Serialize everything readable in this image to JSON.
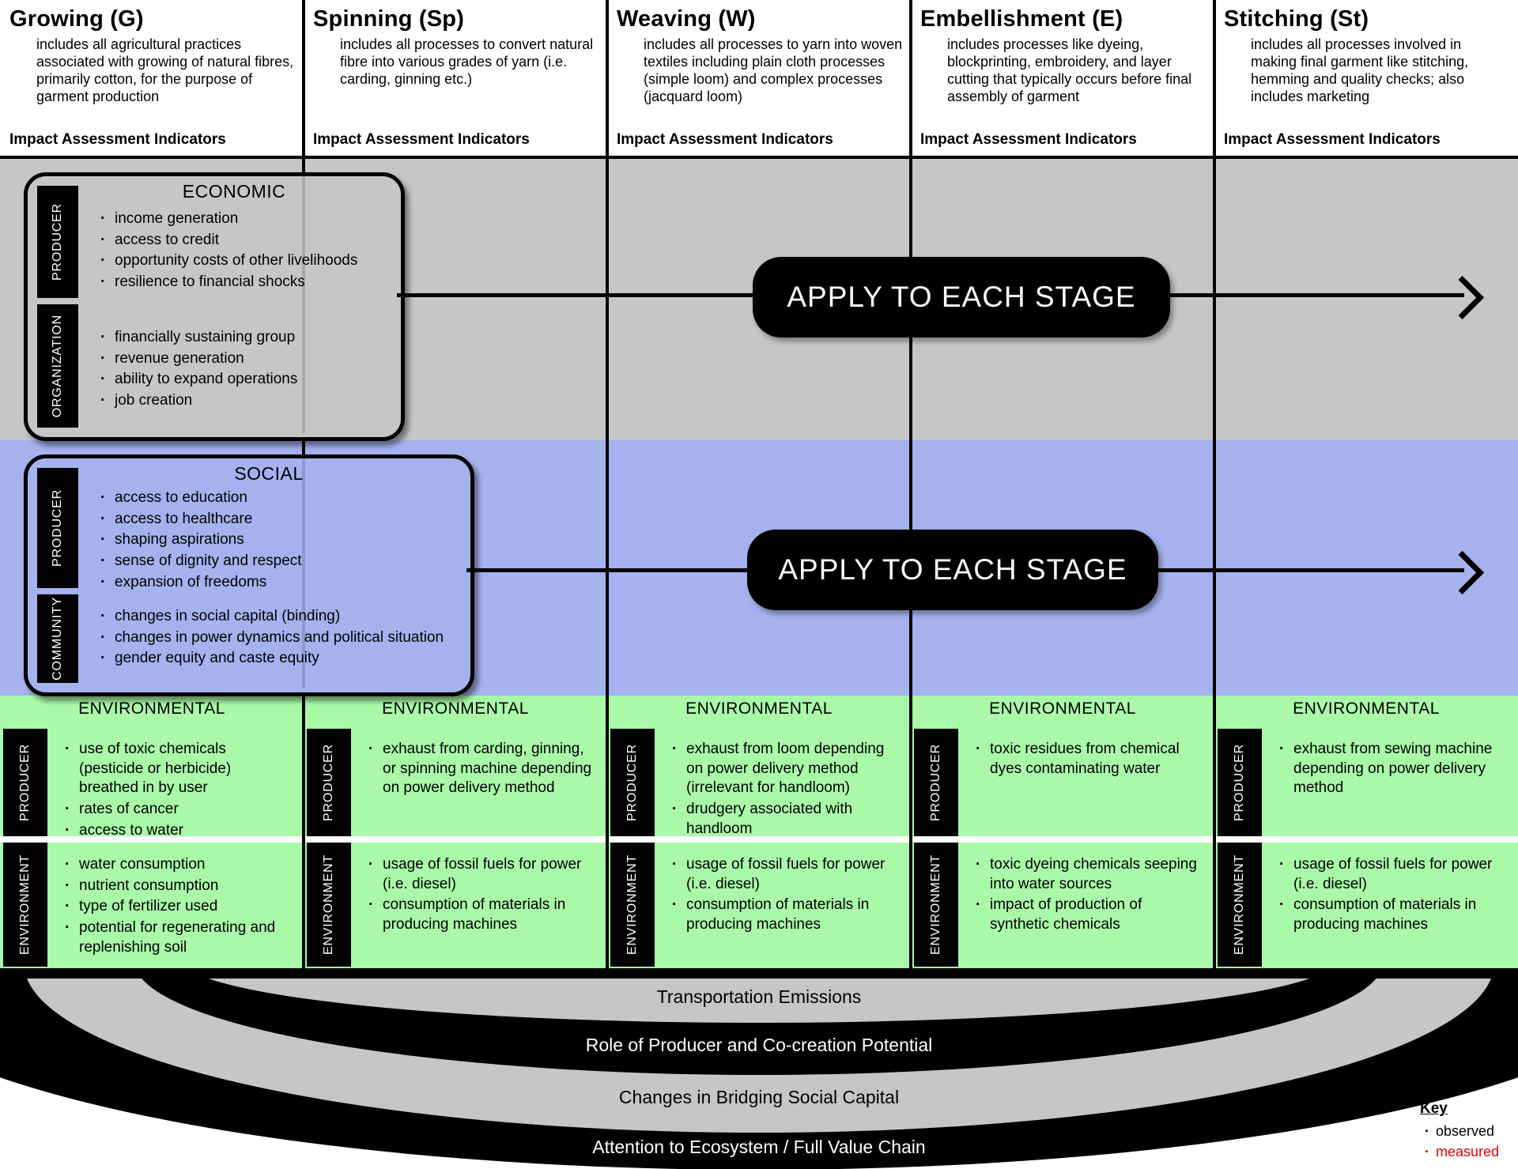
{
  "indicators_label": "Impact Assessment Indicators",
  "apply_label": "APPLY TO EACH STAGE",
  "environmental_title": "ENVIRONMENTAL",
  "environment_labels": {
    "producer": "PRODUCER",
    "environment": "ENVIRONMENT"
  },
  "stages": [
    {
      "title": "Growing (G)",
      "description": "includes all agricultural practices associated with growing of natural fibres, primarily cotton, for the purpose of garment production",
      "environmental": {
        "producer": [
          "use of toxic chemicals (pesticide or herbicide) breathed in by user",
          "rates of cancer",
          "access to water"
        ],
        "environment": [
          "water consumption",
          "nutrient consumption",
          "type of fertilizer used",
          "potential for regenerating and replenishing soil"
        ]
      }
    },
    {
      "title": "Spinning (Sp)",
      "description": "includes all processes to convert natural fibre into various grades of yarn (i.e. carding, ginning etc.)",
      "environmental": {
        "producer": [
          "exhaust from carding, ginning, or spinning machine depending on power delivery method"
        ],
        "environment": [
          "usage of fossil fuels for power (i.e. diesel)",
          "consumption of materials in producing machines"
        ]
      }
    },
    {
      "title": "Weaving (W)",
      "description": "includes all processes to yarn into woven textiles including plain cloth processes (simple loom) and complex processes (jacquard loom)",
      "environmental": {
        "producer": [
          "exhaust from loom depending on power delivery method (irrelevant for handloom)",
          "drudgery associated with handloom"
        ],
        "environment": [
          "usage of fossil fuels for power (i.e. diesel)",
          "consumption of materials in producing machines"
        ]
      }
    },
    {
      "title": "Embellishment (E)",
      "description": "includes processes like dyeing, blockprinting, embroidery, and layer cutting that typically occurs before final assembly of garment",
      "environmental": {
        "producer": [
          "toxic residues from chemical dyes contaminating water"
        ],
        "environment": [
          "toxic dyeing chemicals seeping into water sources",
          "impact of production of synthetic chemicals"
        ]
      }
    },
    {
      "title": "Stitching (St)",
      "description": "includes all processes involved in making final garment like stitching, hemming and quality checks; also includes marketing",
      "environmental": {
        "producer": [
          "exhaust from sewing machine depending on power delivery method"
        ],
        "environment": [
          "usage of fossil fuels for power (i.e. diesel)",
          "consumption of materials in producing machines"
        ]
      }
    }
  ],
  "economic": {
    "title": "ECONOMIC",
    "producer_label": "PRODUCER",
    "organization_label": "ORGANIZATION",
    "producer": [
      "income generation",
      "access to credit",
      "opportunity costs of other livelihoods",
      "resilience to financial shocks"
    ],
    "organization": [
      "financially sustaining group",
      "revenue generation",
      "ability to expand operations",
      "job creation"
    ]
  },
  "social": {
    "title": "SOCIAL",
    "producer_label": "PRODUCER",
    "community_label": "COMMUNITY",
    "producer": [
      "access to education",
      "access to healthcare",
      "shaping aspirations",
      "sense of dignity and respect",
      "expansion of freedoms"
    ],
    "community": [
      "changes in social capital (binding)",
      "changes in power dynamics and political situation",
      "gender equity and caste equity"
    ]
  },
  "arcs": [
    "Transportation Emissions",
    "Role of Producer and Co-creation Potential",
    "Changes in Bridging Social Capital",
    "Attention to Ecosystem / Full Value Chain"
  ],
  "key": {
    "title": "Key",
    "observed": "observed",
    "measured": "measured"
  },
  "colors": {
    "economic_band": "#c6c6c6",
    "social_band": "#a5b2ee",
    "environmental_band": "#a9f9a9",
    "black": "#000000",
    "measured_red": "#dd0000"
  }
}
